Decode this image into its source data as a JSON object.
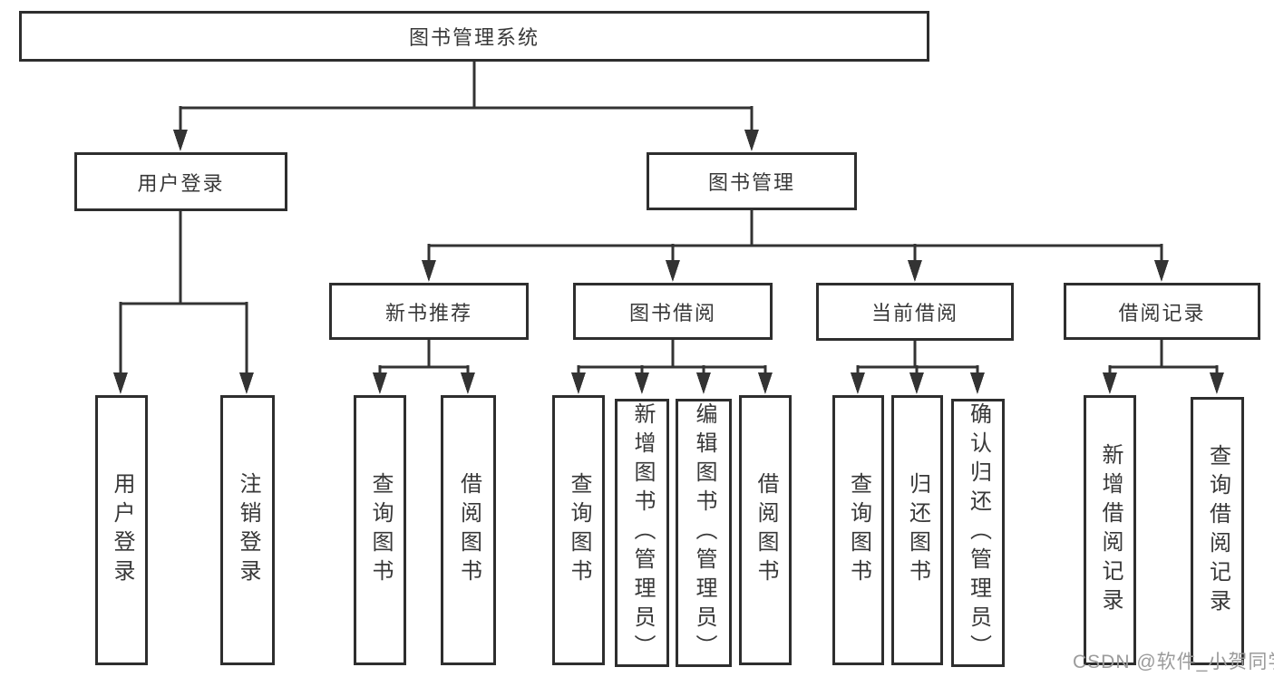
{
  "diagram": {
    "type": "hierarchy-tree",
    "tree": {
      "label": "图书管理系统",
      "children": [
        {
          "label": "用户登录",
          "children": [
            {
              "label": "用户登录"
            },
            {
              "label": "注销登录"
            }
          ]
        },
        {
          "label": "图书管理",
          "children": [
            {
              "label": "新书推荐",
              "children": [
                {
                  "label": "查询图书"
                },
                {
                  "label": "借阅图书"
                }
              ]
            },
            {
              "label": "图书借阅",
              "children": [
                {
                  "label": "查询图书"
                },
                {
                  "label": "新增图书（管理员）"
                },
                {
                  "label": "编辑图书（管理员）"
                },
                {
                  "label": "借阅图书"
                }
              ]
            },
            {
              "label": "当前借阅",
              "children": [
                {
                  "label": "查询图书"
                },
                {
                  "label": "归还图书"
                },
                {
                  "label": "确认归还（管理员）"
                }
              ]
            },
            {
              "label": "借阅记录",
              "children": [
                {
                  "label": "新增借阅记录"
                },
                {
                  "label": "查询借阅记录"
                }
              ]
            }
          ]
        }
      ]
    },
    "line_color": "#333333",
    "box_border_color": "#2e2e2e",
    "text_color": "#383838"
  },
  "watermark": {
    "text": "CSDN @软件_小贺同学",
    "color": "#9b9b9b"
  }
}
